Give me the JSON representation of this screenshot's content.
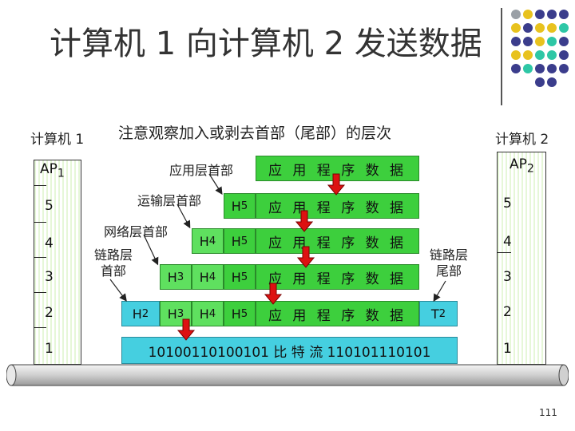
{
  "title": "计算机 1 向计算机 2 发送数据",
  "left_label": "计算机 1",
  "right_label": "计算机 2",
  "note": "注意观察加入或剥去首部（尾部）的层次",
  "labels": {
    "app_header": "应用层首部",
    "transport_header": "运输层首部",
    "network_header": "网络层首部",
    "link_header": "链路层\n首部",
    "link_trailer": "链路层\n尾部"
  },
  "left_stack": {
    "ap": "AP",
    "ap_sub": "1",
    "layers": [
      "5",
      "4",
      "3",
      "2",
      "1"
    ]
  },
  "right_stack": {
    "ap": "AP",
    "ap_sub": "2",
    "layers": [
      "5",
      "4",
      "3",
      "2",
      "1"
    ]
  },
  "headers": {
    "h5": "H",
    "h5_sub": "5",
    "h4": "H",
    "h4_sub": "4",
    "h3": "H",
    "h3_sub": "3",
    "h2": "H",
    "h2_sub": "2",
    "t2": "T",
    "t2_sub": "2"
  },
  "app_data": "应 用 程 序 数 据",
  "bitstream": "10100110100101 比 特 流 110101110101",
  "page_number": "111",
  "colors": {
    "green": "#3dcf3d",
    "blue": "#45cfe0",
    "arrow": "#dd1111",
    "stack_stripe": "#e6f7d8",
    "dot_gray": "#9aa0a6",
    "dot_yellow": "#e8c21e",
    "dot_navy": "#3b3d8c",
    "dot_teal": "#2ec7a6"
  }
}
